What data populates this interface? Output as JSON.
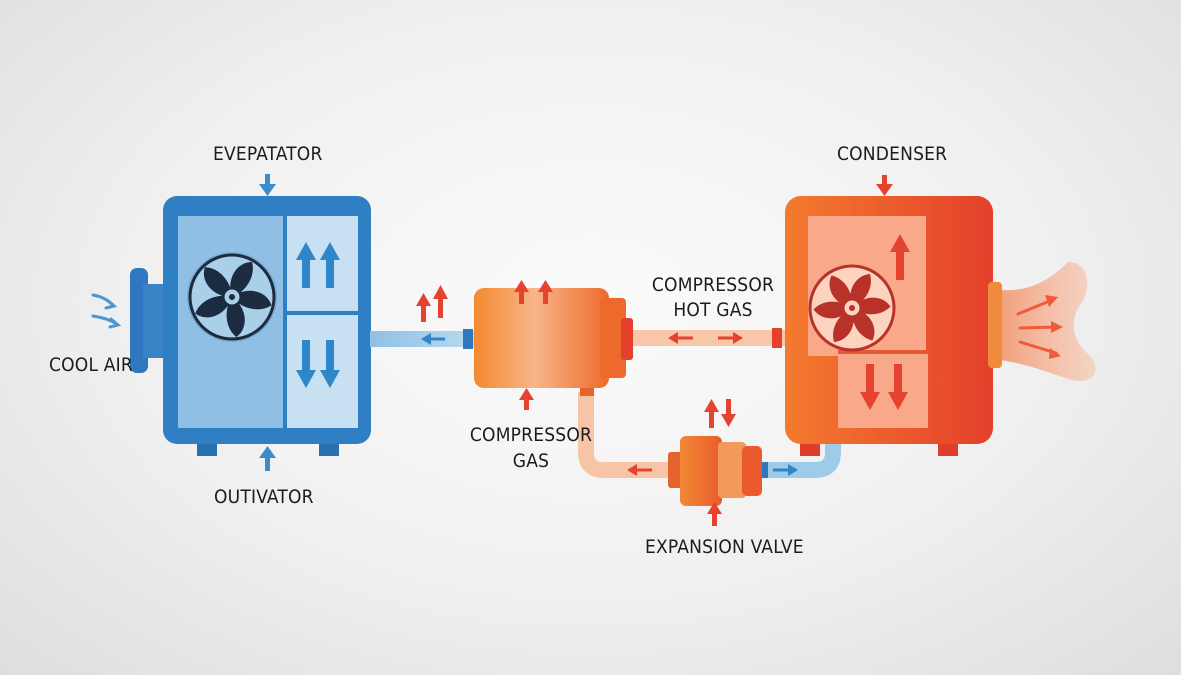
{
  "labels": {
    "evaporator_top": "EVEPATATOR",
    "evaporator_bottom": "OUTIVATOR",
    "cool_air": "COOL AIR",
    "condenser": "CONDENSER",
    "hot_gas_line1": "COMPRESSOR",
    "hot_gas_line2": "HOT GAS",
    "compressor_gas_line1": "COMPRESSOR",
    "compressor_gas_line2": "GAS",
    "expansion_valve": "EXPANSION VALVE"
  },
  "colors": {
    "cold": "#2f7fc4",
    "cold_light": "#a9cfe9",
    "hot": "#f0772e",
    "hot_dark": "#e3412c",
    "arrow_red": "#e5432f",
    "arrow_blue": "#2f86c9",
    "label": "#1c1c1c"
  }
}
